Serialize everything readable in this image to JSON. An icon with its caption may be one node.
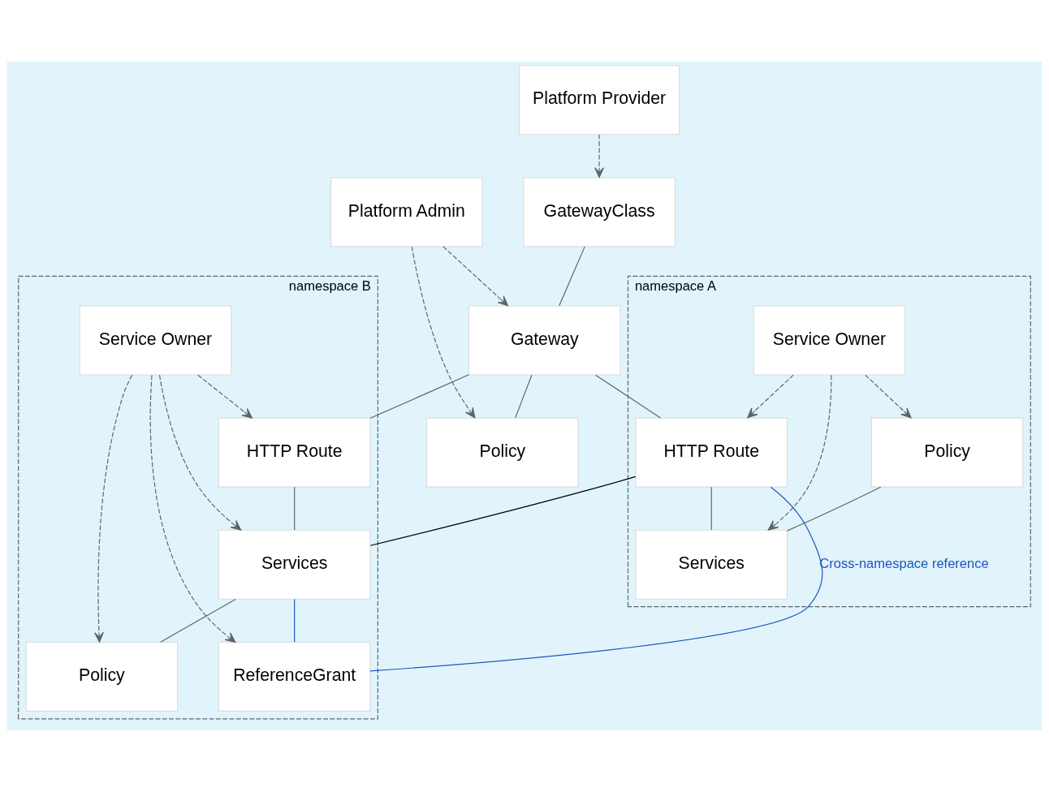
{
  "diagram": {
    "nodes": [
      {
        "text": [
          "Platform Provider"
        ]
      },
      {
        "text": [
          "GatewayClass"
        ]
      },
      {
        "text": [
          "Platform Admin"
        ]
      },
      {
        "text": [
          "Gateway"
        ]
      },
      {
        "text": [
          "Policy"
        ]
      },
      {
        "text": [
          "namespace A"
        ]
      },
      {
        "text": [
          "Service Owner"
        ],
        "in": 5
      },
      {
        "text": [
          "HTTP Route"
        ],
        "in": 5
      },
      {
        "text": [
          "Policy"
        ],
        "in": 5
      },
      {
        "text": [
          "Services"
        ],
        "in": 5
      },
      {
        "text": [
          "namespace B"
        ]
      },
      {
        "text": [
          "HTTP Route"
        ],
        "in": 10
      },
      {
        "text": [
          "Service Owner"
        ],
        "in": 10
      },
      {
        "text": [
          "Services"
        ],
        "in": 10
      },
      {
        "text": [
          "Policy"
        ],
        "in": 10
      },
      {
        "text": [
          "ReferenceGrant"
        ],
        "in": 10
      }
    ],
    "edges": [
      {
        "from": 0,
        "to": 1,
        "arrow": "to",
        "style": "dashed"
      },
      {
        "from": 1,
        "to": 3,
        "arrow": "none"
      },
      {
        "from": 2,
        "to": 4,
        "arrow": "to",
        "style": "dashed"
      },
      {
        "from": 2,
        "to": 3,
        "arrow": "to",
        "style": "dashed"
      },
      {
        "from": 3,
        "to": 4,
        "arrow": "none"
      },
      {
        "from": 3,
        "to": 7,
        "arrow": "none"
      },
      {
        "from": 3,
        "to": 11,
        "arrow": "none"
      },
      {
        "from": 6,
        "to": 7,
        "arrow": "to",
        "style": "dashed"
      },
      {
        "from": 6,
        "to": 8,
        "arrow": "to",
        "style": "dashed"
      },
      {
        "from": 6,
        "to": 9,
        "arrow": "to",
        "style": "dashed"
      },
      {
        "from": 7,
        "to": 9,
        "arrow": "none"
      },
      {
        "from": 8,
        "to": 9,
        "arrow": "none"
      },
      {
        "from": 7,
        "to": 13,
        "arrow": "none",
        "color": "#000000"
      },
      {
        "from": 12,
        "to": 11,
        "arrow": "to",
        "style": "dashed"
      },
      {
        "from": 11,
        "to": 13,
        "arrow": "none"
      },
      {
        "from": 12,
        "to": 13,
        "arrow": "to",
        "style": "dashed"
      },
      {
        "from": 12,
        "to": 14,
        "arrow": "to",
        "style": "dashed"
      },
      {
        "from": 13,
        "to": 14,
        "arrow": "none"
      },
      {
        "from": 13,
        "to": 15,
        "arrow": "none",
        "color": "#1a56b8"
      },
      {
        "from": 7,
        "to": 15,
        "arrow": "none",
        "color": "#1a56b8",
        "label": "Cross-namespace reference"
      },
      {
        "from": 12,
        "to": 15,
        "arrow": "to",
        "style": "dashed"
      }
    ]
  }
}
